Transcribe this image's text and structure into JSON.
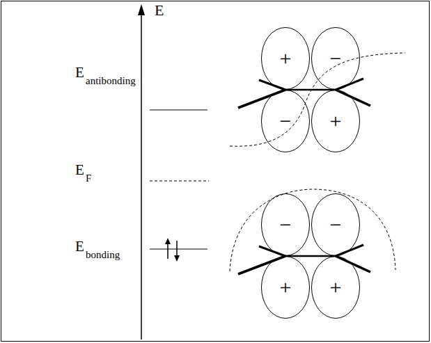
{
  "diagram": {
    "nodes": [
      {
        "text": [
          "+"
        ]
      },
      {
        "text": [
          "−"
        ]
      },
      {
        "text": [
          "−"
        ]
      },
      {
        "text": [
          "+"
        ]
      },
      {
        "text": [
          "−"
        ]
      },
      {
        "text": [
          "−"
        ]
      },
      {
        "text": [
          "+"
        ]
      },
      {
        "text": [
          "+"
        ]
      }
    ],
    "labels": [
      "E",
      "E",
      "antibonding",
      "E",
      "F",
      "E",
      "bonding"
    ]
  }
}
